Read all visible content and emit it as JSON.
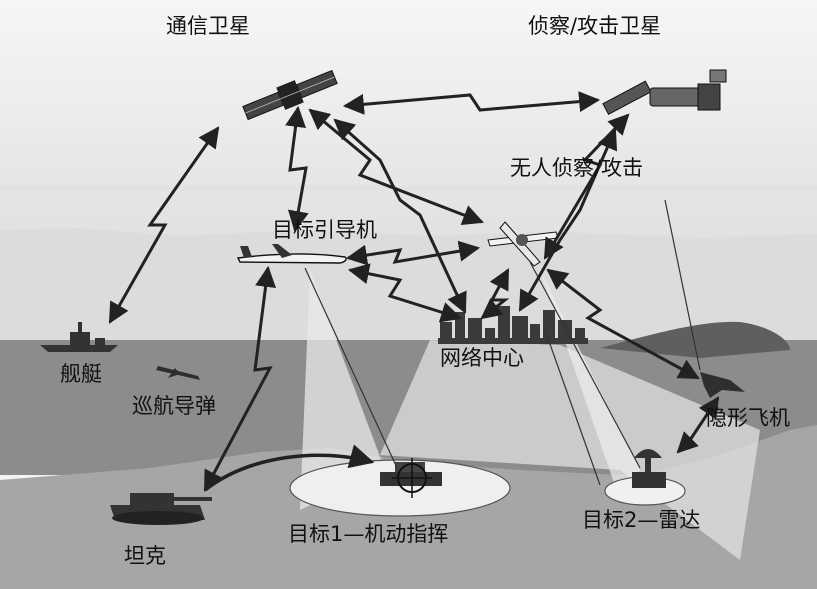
{
  "labels": {
    "comm_satellite": "通信卫星",
    "recon_strike_satellite": "侦察/攻击卫星",
    "uav": "无人侦察/攻击",
    "target_guidance_aircraft": "目标引导机",
    "ship": "舰艇",
    "cruise_missile": "巡航导弹",
    "network_center": "网络中心",
    "stealth_aircraft": "隐形飞机",
    "tank": "坦克",
    "target1": "目标1—机动指挥",
    "target2": "目标2—雷达"
  },
  "colors": {
    "background": "#f4f4f4",
    "sea": "#8c8c8c",
    "land": "#a6a6a6",
    "sky_haze": "#d9d9d9",
    "link_line": "#222222"
  }
}
